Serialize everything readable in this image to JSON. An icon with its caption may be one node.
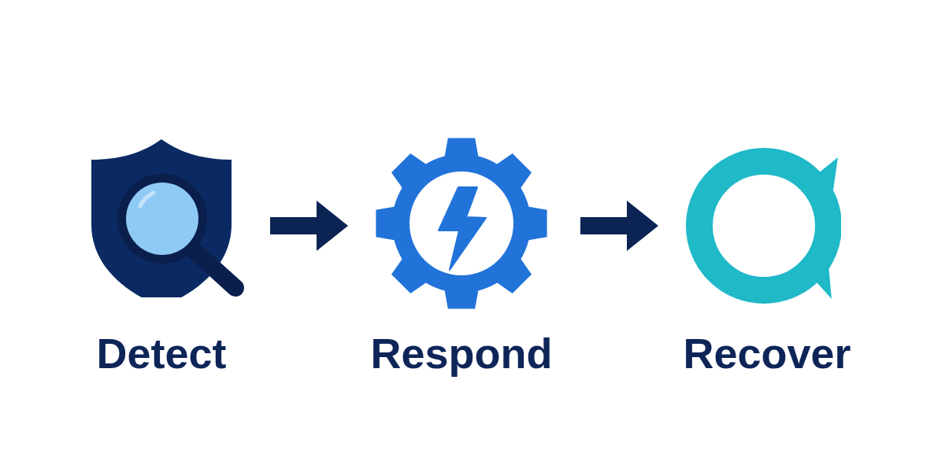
{
  "diagram": {
    "nodes": [
      {
        "text": [
          "Detect"
        ]
      },
      {
        "text": [
          "Respond"
        ]
      },
      {
        "text": [
          "Recover"
        ]
      }
    ],
    "edges": [
      {
        "from": 0,
        "to": 1,
        "arrow": "to"
      },
      {
        "from": 1,
        "to": 2,
        "arrow": "to"
      }
    ]
  }
}
